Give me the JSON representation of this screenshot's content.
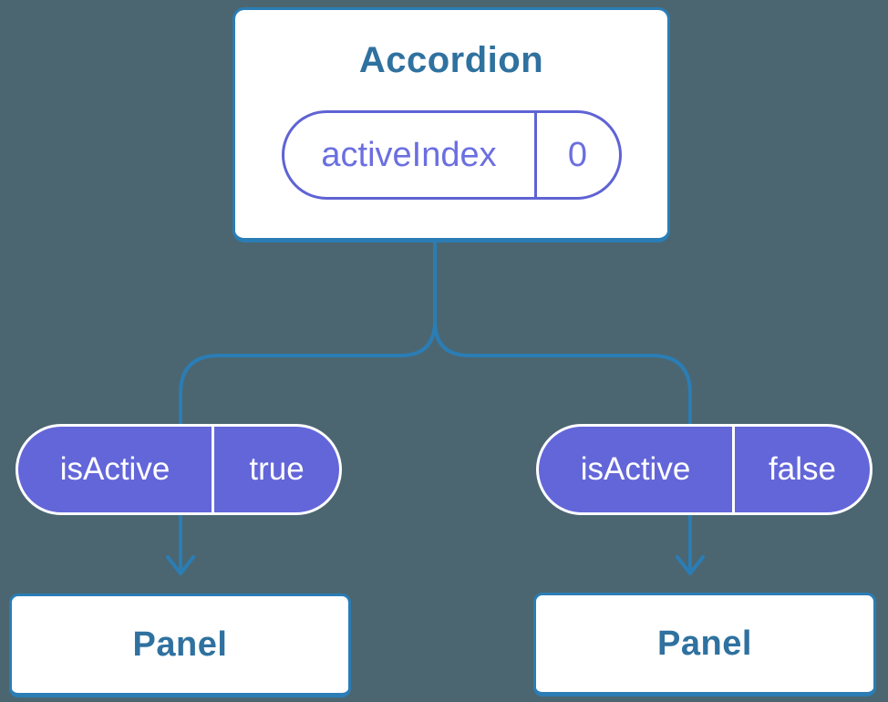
{
  "colors": {
    "bg": "#4b6670",
    "line": "#2b7db5",
    "card-bg": "#ffffff",
    "node-text": "#2f719f",
    "pill-fill": "#6366d9",
    "pill-text": "#ffffff",
    "state-border": "#5f63d4",
    "state-text": "#6b6fe0"
  },
  "diagram": {
    "root": {
      "title": "Accordion",
      "state": {
        "name": "activeIndex",
        "value": "0"
      }
    },
    "children": [
      {
        "prop": {
          "name": "isActive",
          "value": "true"
        },
        "label": "Panel"
      },
      {
        "prop": {
          "name": "isActive",
          "value": "false"
        },
        "label": "Panel"
      }
    ]
  }
}
